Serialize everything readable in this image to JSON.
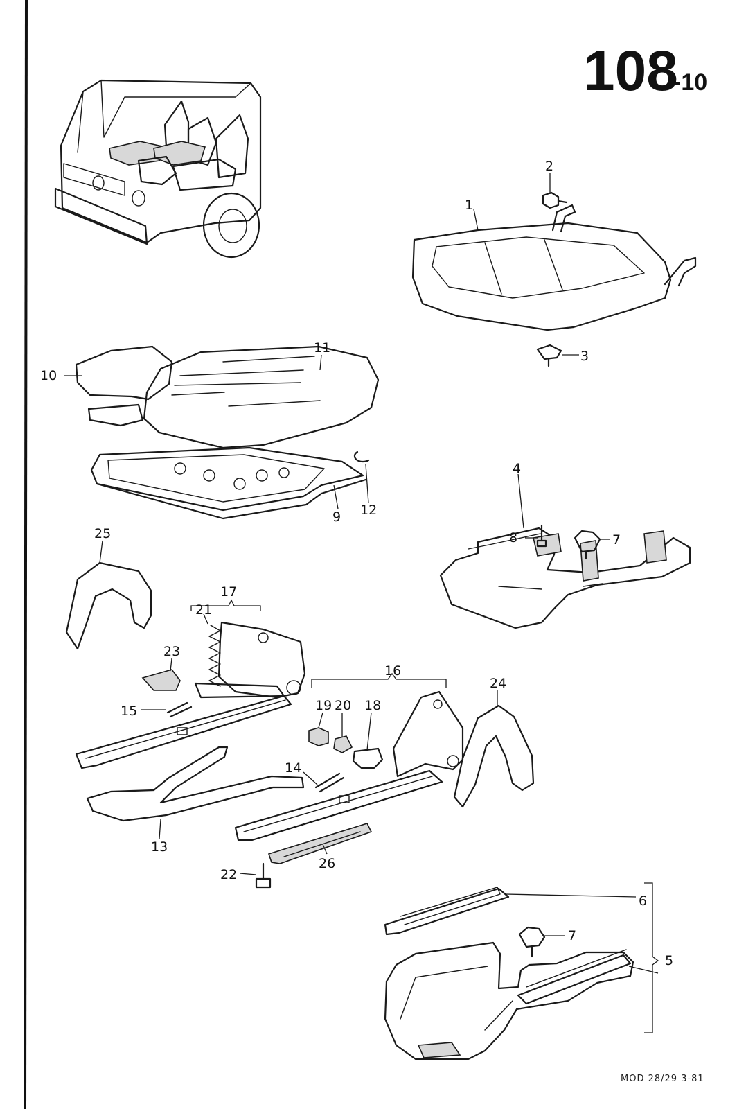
{
  "page": {
    "number": "108",
    "suffix": "-10",
    "footer": "MOD 28/29 3-81"
  },
  "callouts": {
    "c1": "1",
    "c2": "2",
    "c3": "3",
    "c4": "4",
    "c5": "5",
    "c6": "6",
    "c7a": "7",
    "c7b": "7",
    "c8": "8",
    "c9": "9",
    "c10": "10",
    "c11": "11",
    "c12": "12",
    "c13": "13",
    "c14": "14",
    "c15": "15",
    "c16": "16",
    "c17": "17",
    "c18": "18",
    "c19": "19",
    "c20": "20",
    "c21": "21",
    "c22": "22",
    "c23": "23",
    "c24": "24",
    "c25": "25",
    "c26": "26"
  }
}
